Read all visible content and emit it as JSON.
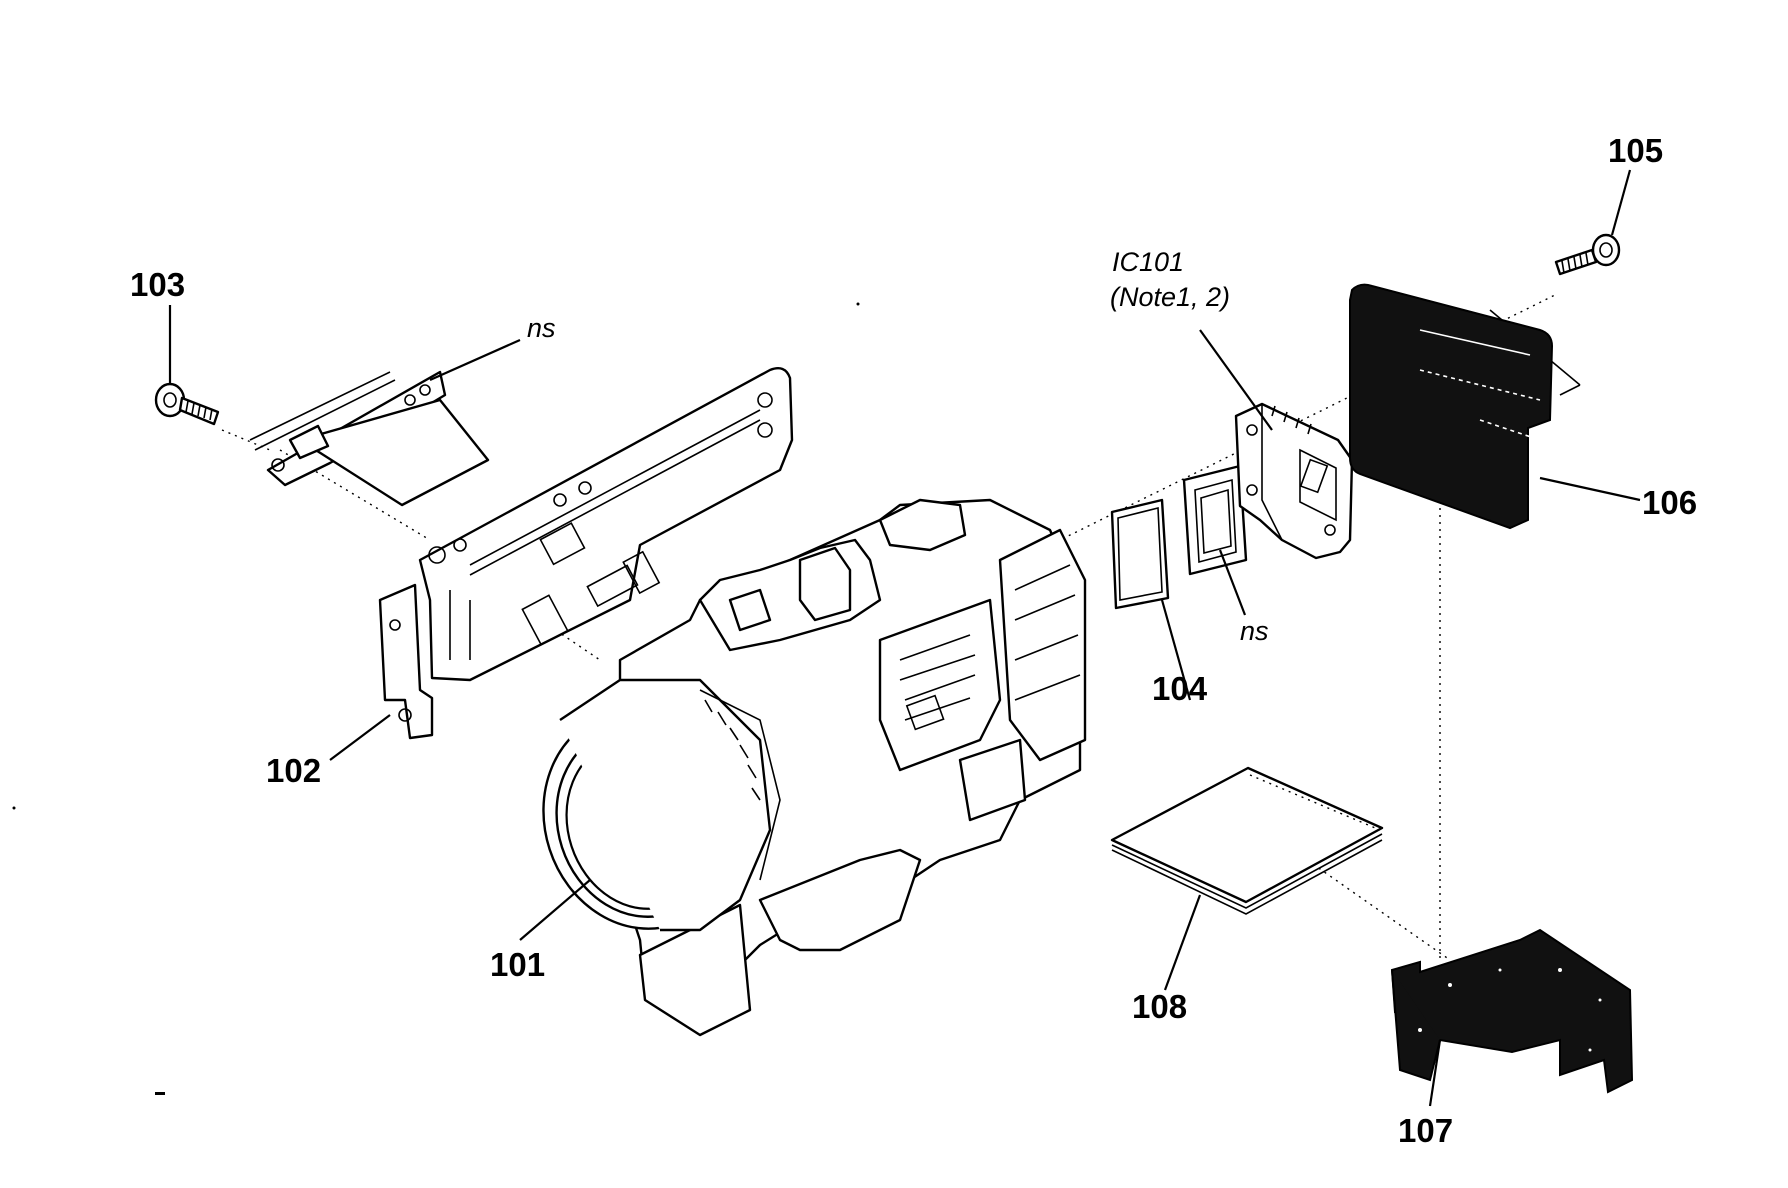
{
  "labels": {
    "p101": "101",
    "p102": "102",
    "p103": "103",
    "p104": "104",
    "p105": "105",
    "p106": "106",
    "p107": "107",
    "p108": "108",
    "ic101": "IC101",
    "note": "(Note1, 2)",
    "ns_top": "ns",
    "ns_mid": "ns"
  }
}
